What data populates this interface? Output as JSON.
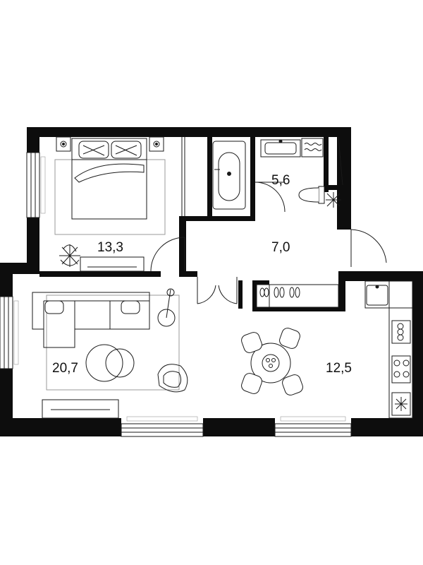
{
  "rooms": {
    "bedroom": {
      "area": "13,3"
    },
    "bathroom": {
      "area": "5,6"
    },
    "hallway": {
      "area": "7,0"
    },
    "living_room": {
      "area": "20,7"
    },
    "kitchen": {
      "area": "12,5"
    }
  },
  "colors": {
    "wall": "#0d0d0d",
    "line": "#1a1a1a",
    "furniture_fill": "#ffffff",
    "rug": "#9a9a9a"
  }
}
